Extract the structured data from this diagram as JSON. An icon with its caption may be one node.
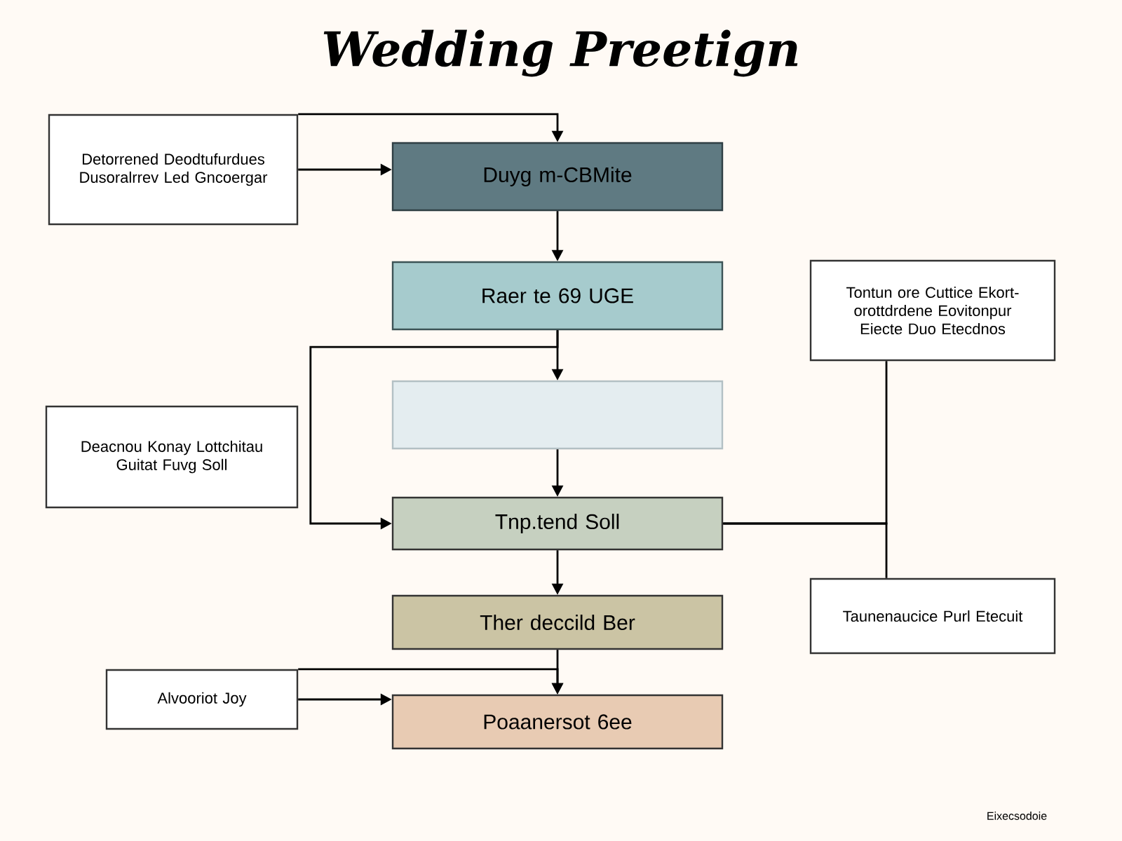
{
  "diagram": {
    "title": "Wedding Preetign",
    "nodes": [
      {
        "text": [
          "Detorrened Deodtufurdues Dusoralrrev Led Gncoergar"
        ]
      },
      {
        "text": [
          "Duyg m-CBMite"
        ]
      },
      {
        "text": [
          "Raer te 69 UGE"
        ]
      },
      {
        "text": [],
        "shape": "box"
      },
      {
        "text": [
          "Deacnou Konay Lottchitau Guitat Fuvg Soll"
        ]
      },
      {
        "text": [
          "Tnp.tend Soll"
        ]
      },
      {
        "text": [
          "Tontun ore Cuttice Ekort-orottdrdene Eovitonpur Eiecte Duo Etecdnos"
        ]
      },
      {
        "text": [
          "Taunenaucice Purl Etecuit"
        ]
      },
      {
        "text": [
          "Ther deccild Ber"
        ]
      },
      {
        "text": [
          "Alvooriot Joy"
        ]
      },
      {
        "text": [
          "Poaanersot 6ee"
        ]
      }
    ],
    "edges": [
      {
        "from": 0,
        "to": 1,
        "arrow": "to"
      },
      {
        "from": 0,
        "to": 1,
        "arrow": "to"
      },
      {
        "from": 1,
        "to": 2,
        "arrow": "to"
      },
      {
        "from": 2,
        "to": 3,
        "arrow": "to"
      },
      {
        "from": 2,
        "to": 5,
        "arrow": "to"
      },
      {
        "from": 3,
        "to": 5,
        "arrow": "to"
      },
      {
        "from": 6,
        "to": 5,
        "arrow": "none"
      },
      {
        "from": 5,
        "to": 7,
        "arrow": "none"
      },
      {
        "from": 5,
        "to": 8,
        "arrow": "to"
      },
      {
        "from": 8,
        "to": 10,
        "arrow": "to"
      },
      {
        "from": 9,
        "to": 10,
        "arrow": "to"
      },
      {
        "from": 9,
        "to": 10,
        "arrow": "to"
      }
    ],
    "labels": [
      "Eixecsodoie"
    ]
  }
}
